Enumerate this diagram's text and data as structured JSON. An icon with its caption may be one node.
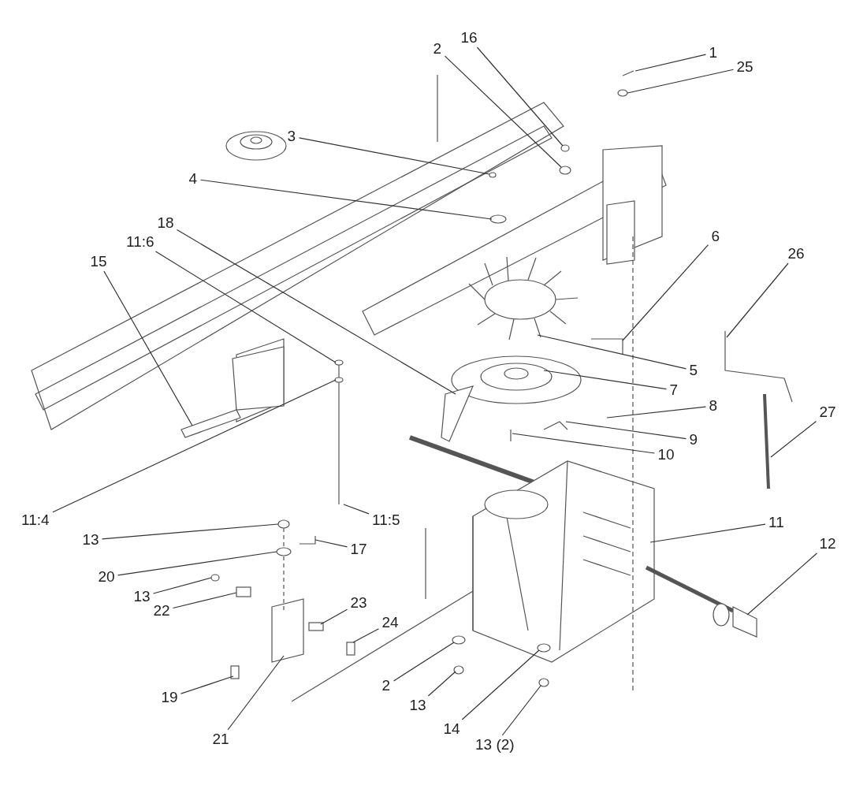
{
  "diagram": {
    "nodes": [
      {
        "text": [
          "1"
        ]
      },
      {
        "text": [
          "25"
        ]
      },
      {
        "text": [
          "2"
        ]
      },
      {
        "text": [
          "16"
        ]
      },
      {
        "text": [
          "3"
        ]
      },
      {
        "text": [
          "4"
        ]
      },
      {
        "text": [
          "18"
        ]
      },
      {
        "text": [
          "11:6"
        ]
      },
      {
        "text": [
          "15"
        ]
      },
      {
        "text": [
          "6"
        ]
      },
      {
        "text": [
          "26"
        ]
      },
      {
        "text": [
          "5"
        ]
      },
      {
        "text": [
          "7"
        ]
      },
      {
        "text": [
          "8"
        ]
      },
      {
        "text": [
          "9"
        ]
      },
      {
        "text": [
          "10"
        ]
      },
      {
        "text": [
          "27"
        ]
      },
      {
        "text": [
          "11:4"
        ]
      },
      {
        "text": [
          "11:5"
        ]
      },
      {
        "text": [
          "11"
        ]
      },
      {
        "text": [
          "12"
        ]
      },
      {
        "text": [
          "13"
        ]
      },
      {
        "text": [
          "17"
        ]
      },
      {
        "text": [
          "20"
        ]
      },
      {
        "text": [
          "13"
        ]
      },
      {
        "text": [
          "22"
        ]
      },
      {
        "text": [
          "23"
        ]
      },
      {
        "text": [
          "24"
        ]
      },
      {
        "text": [
          "19"
        ]
      },
      {
        "text": [
          "21"
        ]
      },
      {
        "text": [
          "2"
        ]
      },
      {
        "text": [
          "13"
        ]
      },
      {
        "text": [
          "14"
        ]
      },
      {
        "text": [
          "13 (2)"
        ]
      }
    ],
    "edges": [
      {
        "from": 0,
        "to": null,
        "arrow": "none"
      },
      {
        "from": 1,
        "to": null,
        "arrow": "none"
      },
      {
        "from": 2,
        "to": null,
        "arrow": "none"
      },
      {
        "from": 3,
        "to": null,
        "arrow": "none"
      },
      {
        "from": 4,
        "to": null,
        "arrow": "none"
      },
      {
        "from": 5,
        "to": null,
        "arrow": "none"
      },
      {
        "from": 6,
        "to": null,
        "arrow": "none"
      },
      {
        "from": 7,
        "to": null,
        "arrow": "none"
      },
      {
        "from": 8,
        "to": null,
        "arrow": "none"
      },
      {
        "from": 9,
        "to": null,
        "arrow": "none"
      },
      {
        "from": 10,
        "to": null,
        "arrow": "none"
      },
      {
        "from": 11,
        "to": null,
        "arrow": "none"
      },
      {
        "from": 12,
        "to": null,
        "arrow": "none"
      },
      {
        "from": 13,
        "to": null,
        "arrow": "none"
      },
      {
        "from": 14,
        "to": null,
        "arrow": "none"
      },
      {
        "from": 15,
        "to": null,
        "arrow": "none"
      },
      {
        "from": 16,
        "to": null,
        "arrow": "none"
      },
      {
        "from": 17,
        "to": null,
        "arrow": "none"
      },
      {
        "from": 18,
        "to": null,
        "arrow": "none"
      },
      {
        "from": 19,
        "to": null,
        "arrow": "none"
      },
      {
        "from": 20,
        "to": null,
        "arrow": "none"
      },
      {
        "from": 21,
        "to": null,
        "arrow": "none"
      },
      {
        "from": 22,
        "to": null,
        "arrow": "none"
      },
      {
        "from": 23,
        "to": null,
        "arrow": "none"
      },
      {
        "from": 24,
        "to": null,
        "arrow": "none"
      },
      {
        "from": 25,
        "to": null,
        "arrow": "none"
      },
      {
        "from": 26,
        "to": null,
        "arrow": "none"
      },
      {
        "from": 27,
        "to": null,
        "arrow": "none"
      },
      {
        "from": 28,
        "to": null,
        "arrow": "none"
      },
      {
        "from": 29,
        "to": null,
        "arrow": "none"
      },
      {
        "from": 30,
        "to": null,
        "arrow": "none"
      },
      {
        "from": 31,
        "to": null,
        "arrow": "none"
      },
      {
        "from": 32,
        "to": null,
        "arrow": "none"
      },
      {
        "from": 33,
        "to": null,
        "arrow": "none"
      }
    ]
  }
}
